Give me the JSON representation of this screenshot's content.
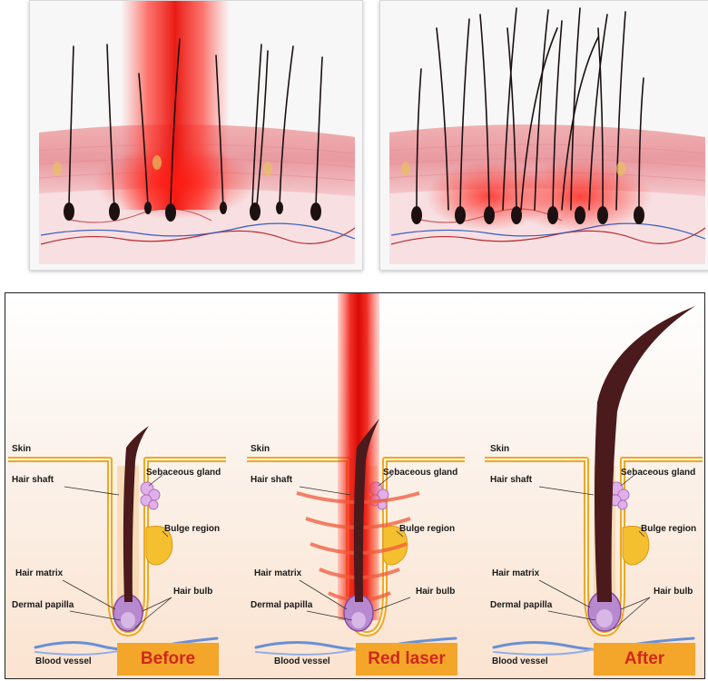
{
  "labels": {
    "skin": "Skin",
    "hair_shaft": "Hair shaft",
    "sebaceous_gland": "Sebaceous gland",
    "bulge_region": "Bulge region",
    "hair_matrix": "Hair matrix",
    "hair_bulb": "Hair bulb",
    "dermal_papilla": "Dermal papilla",
    "blood_vessel": "Blood vessel"
  },
  "stages": {
    "before": "Before",
    "laser": "Red laser",
    "after": "After"
  },
  "colors": {
    "laser_red": "#e8201a",
    "badge_orange": "#f4a62a",
    "badge_text": "#d0281c",
    "follicle_outline": "#f0a820",
    "hair": "#3a1a18",
    "skin_pink": "#f2b9bc"
  }
}
